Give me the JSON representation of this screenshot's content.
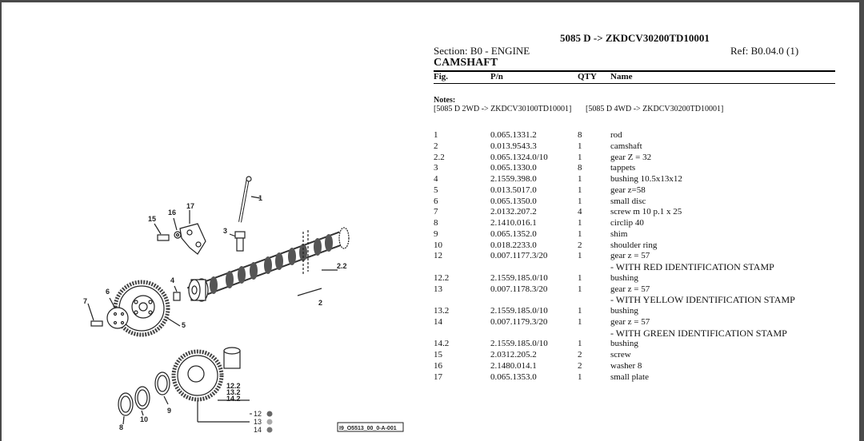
{
  "header": {
    "model": "5085 D -> ZKDCV30200TD10001",
    "section": "Section: B0 - ENGINE",
    "ref": "Ref: B0.04.0 (1)",
    "title": "CAMSHAFT"
  },
  "columns": {
    "fig": "Fig.",
    "pn": "P/n",
    "qty": "QTY",
    "name": "Name"
  },
  "notes": {
    "label": "Notes:",
    "items": [
      "[5085 D 2WD -> ZKDCV30100TD10001]",
      "[5085 D 4WD -> ZKDCV30200TD10001]"
    ]
  },
  "parts": [
    {
      "fig": "1",
      "pn": "0.065.1331.2",
      "qty": "8",
      "name": "rod"
    },
    {
      "fig": "2",
      "pn": "0.013.9543.3",
      "qty": "1",
      "name": "camshaft"
    },
    {
      "fig": "2.2",
      "pn": "0.065.1324.0/10",
      "qty": "1",
      "name": "gear Z = 32"
    },
    {
      "fig": "3",
      "pn": "0.065.1330.0",
      "qty": "8",
      "name": "tappets"
    },
    {
      "fig": "4",
      "pn": "2.1559.398.0",
      "qty": "1",
      "name": "bushing 10.5x13x12"
    },
    {
      "fig": "5",
      "pn": "0.013.5017.0",
      "qty": "1",
      "name": "gear z=58"
    },
    {
      "fig": "6",
      "pn": "0.065.1350.0",
      "qty": "1",
      "name": "small disc"
    },
    {
      "fig": "7",
      "pn": "2.0132.207.2",
      "qty": "4",
      "name": "screw m 10 p.1 x 25"
    },
    {
      "fig": "8",
      "pn": "2.1410.016.1",
      "qty": "1",
      "name": "circlip 40"
    },
    {
      "fig": "9",
      "pn": "0.065.1352.0",
      "qty": "1",
      "name": "shim"
    },
    {
      "fig": "10",
      "pn": "0.018.2233.0",
      "qty": "2",
      "name": "shoulder ring"
    },
    {
      "fig": "12",
      "pn": "0.007.1177.3/20",
      "qty": "1",
      "name": "gear z = 57"
    },
    {
      "fig": "",
      "pn": "",
      "qty": "",
      "name": "- WITH RED IDENTIFICATION STAMP"
    },
    {
      "fig": "12.2",
      "pn": "2.1559.185.0/10",
      "qty": "1",
      "name": "bushing"
    },
    {
      "fig": "13",
      "pn": "0.007.1178.3/20",
      "qty": "1",
      "name": "gear z = 57"
    },
    {
      "fig": "",
      "pn": "",
      "qty": "",
      "name": "- WITH YELLOW IDENTIFICATION STAMP"
    },
    {
      "fig": "13.2",
      "pn": "2.1559.185.0/10",
      "qty": "1",
      "name": "bushing"
    },
    {
      "fig": "14",
      "pn": "0.007.1179.3/20",
      "qty": "1",
      "name": "gear z = 57"
    },
    {
      "fig": "",
      "pn": "",
      "qty": "",
      "name": "- WITH GREEN IDENTIFICATION STAMP"
    },
    {
      "fig": "14.2",
      "pn": "2.1559.185.0/10",
      "qty": "1",
      "name": "bushing"
    },
    {
      "fig": "15",
      "pn": "2.0312.205.2",
      "qty": "2",
      "name": "screw"
    },
    {
      "fig": "16",
      "pn": "2.1480.014.1",
      "qty": "2",
      "name": "washer 8"
    },
    {
      "fig": "17",
      "pn": "0.065.1353.0",
      "qty": "1",
      "name": "small plate"
    }
  ],
  "diagram": {
    "callouts": [
      "1",
      "2",
      "2.2",
      "3",
      "4",
      "5",
      "6",
      "7",
      "8",
      "9",
      "10",
      "15",
      "16",
      "17",
      "12.2",
      "13.2",
      "14.2"
    ],
    "legend": [
      "12",
      "13",
      "14"
    ],
    "code": "I9_O5513_00_0-A-001"
  }
}
